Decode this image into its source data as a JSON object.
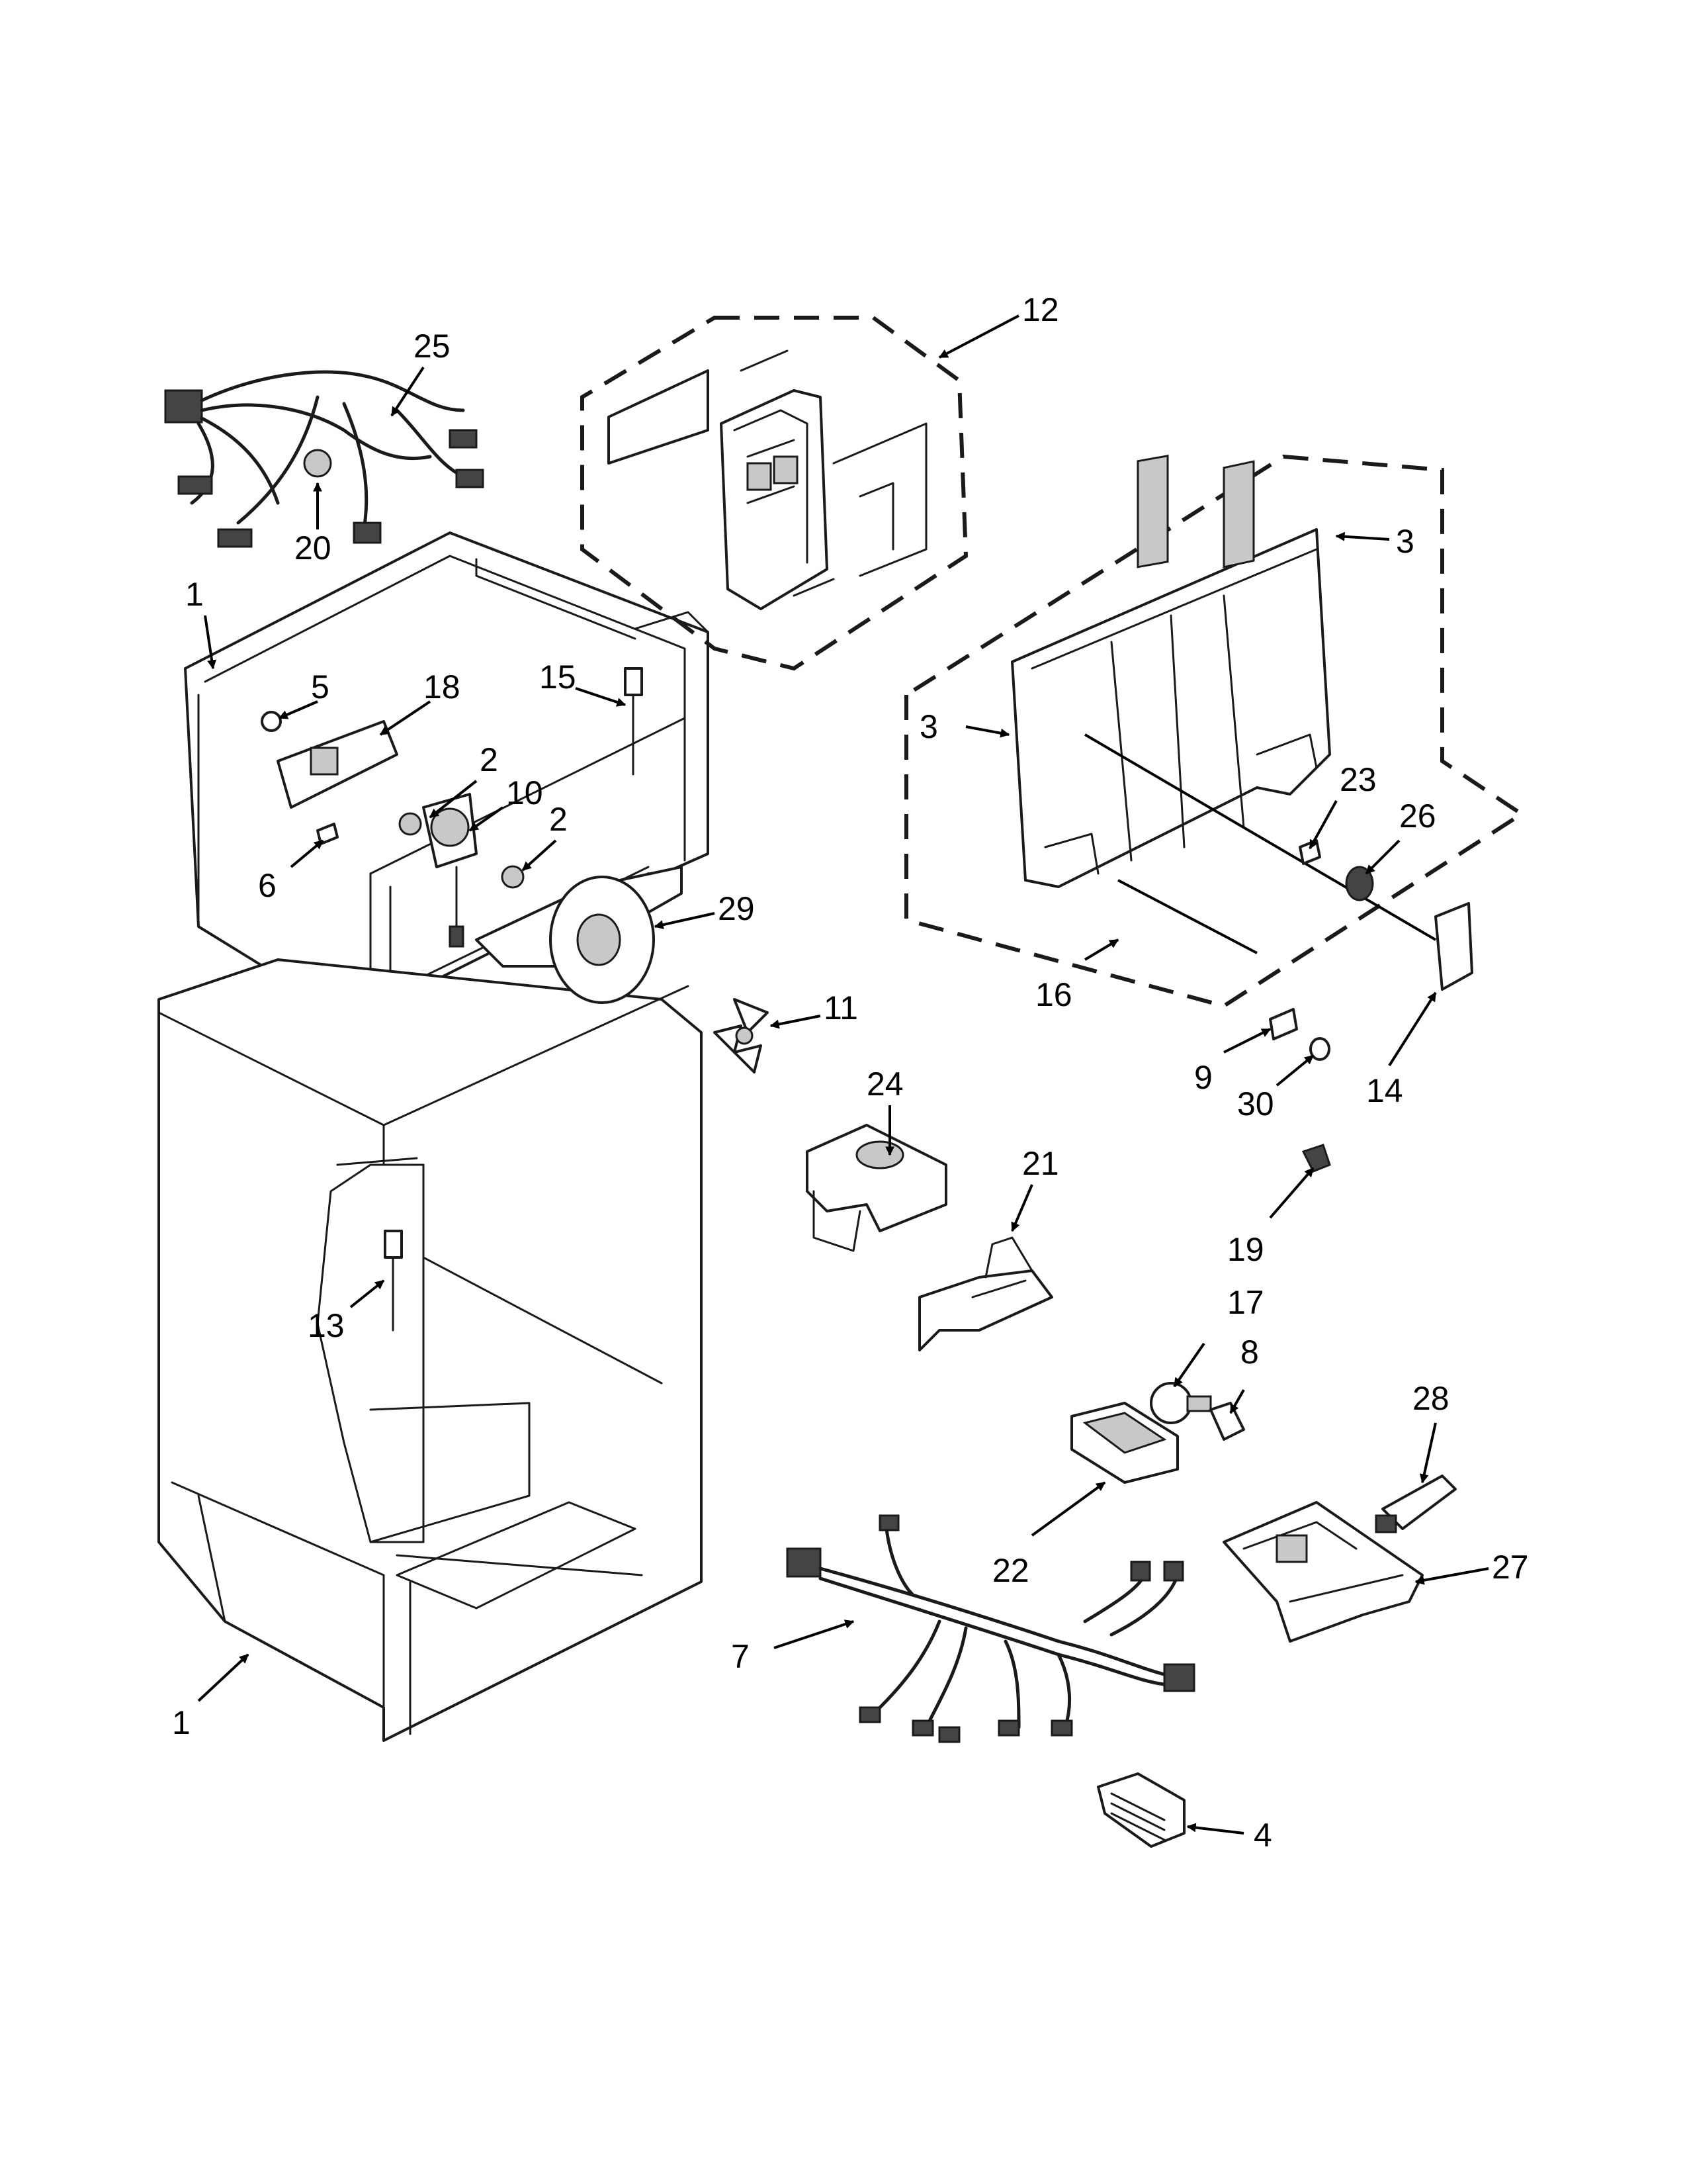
{
  "callouts": {
    "p25": "25",
    "p20": "20",
    "p12": "12",
    "p3a": "3",
    "p3b": "3",
    "p1a": "1",
    "p5": "5",
    "p18": "18",
    "p15": "15",
    "p2a": "2",
    "p10": "10",
    "p2b": "2",
    "p6": "6",
    "p29": "29",
    "p23": "23",
    "p26": "26",
    "p16": "16",
    "p11": "11",
    "p9": "9",
    "p30": "30",
    "p14": "14",
    "p24": "24",
    "p21": "21",
    "p19": "19",
    "p13": "13",
    "p17": "17",
    "p8": "8",
    "p28": "28",
    "p22": "22",
    "p27": "27",
    "p7": "7",
    "p1b": "1",
    "p4": "4"
  }
}
